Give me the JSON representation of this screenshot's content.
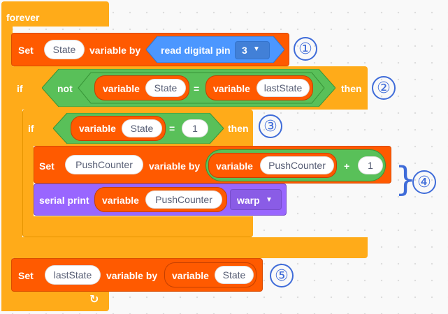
{
  "forever": {
    "label": "forever"
  },
  "block1": {
    "set": "Set",
    "var": "State",
    "by": "variable by",
    "read": "read digital pin",
    "pin": "3"
  },
  "block2": {
    "if": "if",
    "not": "not",
    "variable": "variable",
    "left": "State",
    "eq": "=",
    "right": "lastState",
    "then": "then"
  },
  "block3": {
    "if": "if",
    "variable": "variable",
    "left": "State",
    "eq": "=",
    "right": "1",
    "then": "then"
  },
  "block4": {
    "set": "Set",
    "var": "PushCounter",
    "by": "variable by",
    "variable": "variable",
    "inner": "PushCounter",
    "plus": "+",
    "amount": "1"
  },
  "block5": {
    "serial": "serial print",
    "variable": "variable",
    "var": "PushCounter",
    "mode": "warp"
  },
  "block6": {
    "set": "Set",
    "var": "lastState",
    "by": "variable by",
    "variable": "variable",
    "src": "State"
  },
  "annotations": {
    "n1": "①",
    "n2": "②",
    "n3": "③",
    "n4": "④",
    "n5": "⑤",
    "brace": "}"
  },
  "colors": {
    "control": "#ffab19",
    "variable": "#ff5a00",
    "operator": "#59c059",
    "pin": "#4c97ff",
    "serial": "#9966ff",
    "annotation": "#3f6cd9"
  }
}
